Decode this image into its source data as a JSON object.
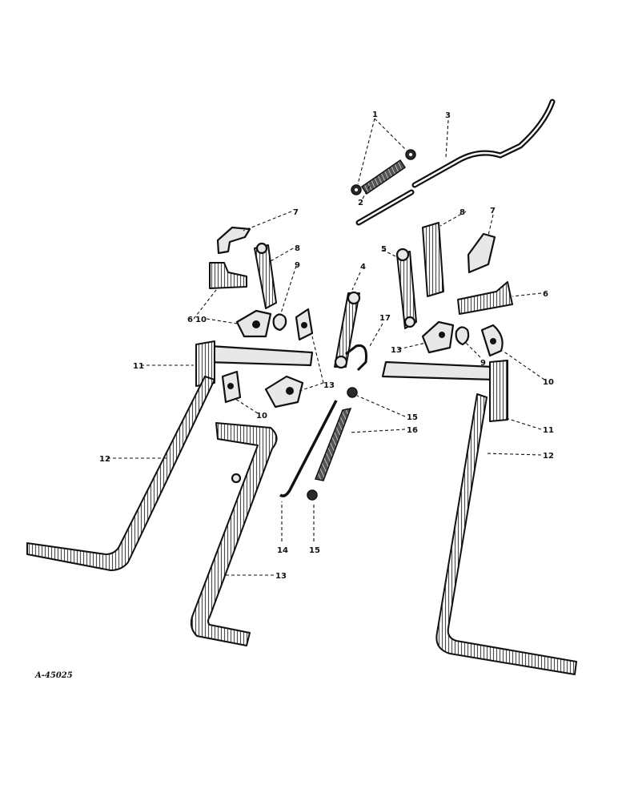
{
  "figure_ref": "A-45025",
  "callouts": {
    "c1": "1",
    "c2": "2",
    "c3": "3",
    "c4": "4",
    "c5": "5",
    "c6l": "6",
    "c6r": "6",
    "c7l": "7",
    "c7r": "7",
    "c8l": "8",
    "c8r": "8",
    "c9l": "9",
    "c9r": "9",
    "c10a": "10",
    "c10b": "10",
    "c10c": "10",
    "c11l": "11",
    "c11r": "11",
    "c12l": "12",
    "c12r": "12",
    "c13a": "13",
    "c13b": "13",
    "c13c": "13",
    "c14": "14",
    "c15a": "15",
    "c15b": "15",
    "c16": "16",
    "c17": "17"
  }
}
